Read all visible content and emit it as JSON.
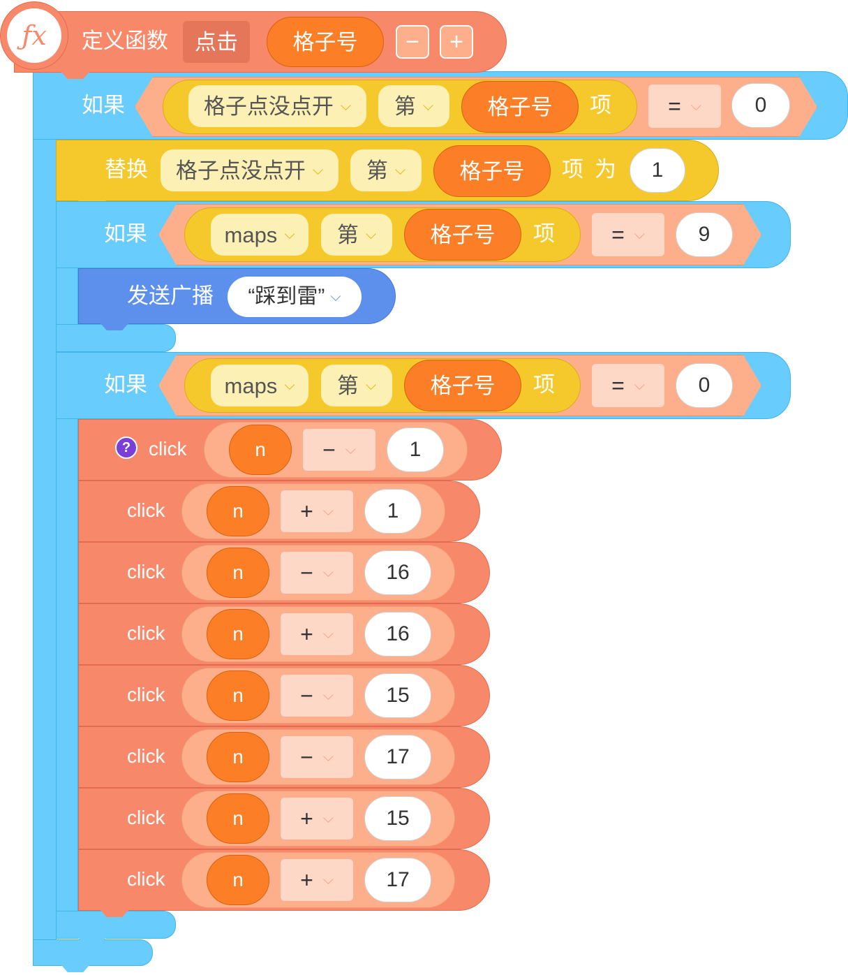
{
  "define": {
    "icon": "fx-icon",
    "label": "定义函数",
    "name": "点击",
    "param": "格子号",
    "minus": "−",
    "plus": "+"
  },
  "if1": {
    "label": "如果",
    "list": "格子点没点开",
    "nth": "第",
    "index": "格子号",
    "item": "项",
    "op": "=",
    "value": "0"
  },
  "replace": {
    "label": "替换",
    "list": "格子点没点开",
    "nth": "第",
    "index": "格子号",
    "item": "项",
    "as": "为",
    "value": "1"
  },
  "if2": {
    "label": "如果",
    "list": "maps",
    "nth": "第",
    "index": "格子号",
    "item": "项",
    "op": "=",
    "value": "9"
  },
  "broadcast": {
    "label": "发送广播",
    "message": "“踩到雷”"
  },
  "if3": {
    "label": "如果",
    "list": "maps",
    "nth": "第",
    "index": "格子号",
    "item": "项",
    "op": "=",
    "value": "0"
  },
  "clicks": [
    {
      "label": "click",
      "var": "n",
      "op": "−",
      "value": "1",
      "help": "?"
    },
    {
      "label": "click",
      "var": "n",
      "op": "+",
      "value": "1"
    },
    {
      "label": "click",
      "var": "n",
      "op": "−",
      "value": "16"
    },
    {
      "label": "click",
      "var": "n",
      "op": "+",
      "value": "16"
    },
    {
      "label": "click",
      "var": "n",
      "op": "−",
      "value": "15"
    },
    {
      "label": "click",
      "var": "n",
      "op": "−",
      "value": "17"
    },
    {
      "label": "click",
      "var": "n",
      "op": "+",
      "value": "15"
    },
    {
      "label": "click",
      "var": "n",
      "op": "+",
      "value": "17"
    }
  ],
  "colors": {
    "function": "#f7896a",
    "control": "#68ccfd",
    "data": "#f5c92b",
    "event": "#5d8fec",
    "variable": "#fc7e26"
  }
}
